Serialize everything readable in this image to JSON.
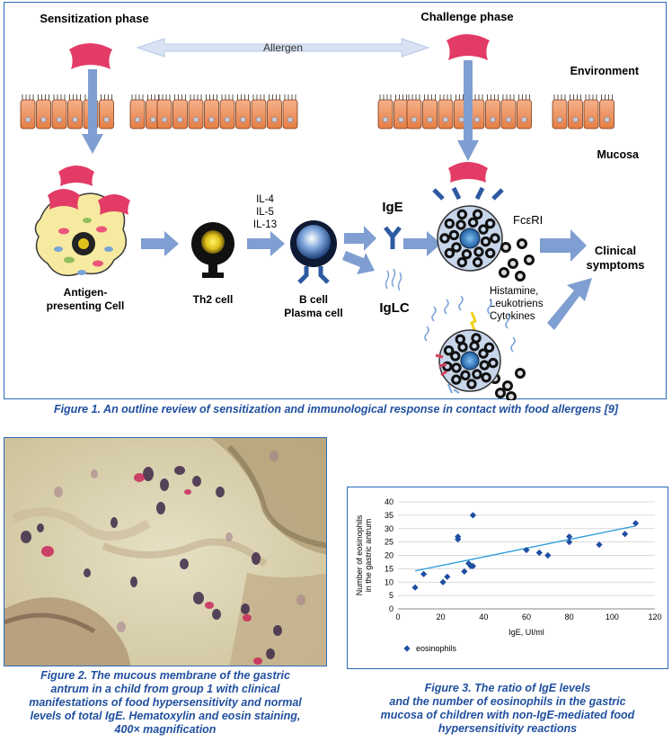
{
  "figure1": {
    "sensitization_label": "Sensitization phase",
    "challenge_label": "Challenge phase",
    "allergen_label": "Allergen",
    "environment_label": "Environment",
    "mucosa_label": "Mucosa",
    "apc_label_line1": "Antigen-",
    "apc_label_line2": "presenting Cell",
    "th2_label": "Th2 cell",
    "il4": "IL-4",
    "il5": "IL-5",
    "il13": "IL-13",
    "bcell_line1": "B cell",
    "bcell_line2": "Plasma cell",
    "ige_label": "IgE",
    "iglc_label": "IgLC",
    "fceri_label": "FcεRI",
    "mediators_line1": "Histamine,",
    "mediators_line2": "Leukotriens",
    "mediators_line3": "Cytokines",
    "clinical_line1": "Clinical",
    "clinical_line2": "symptoms",
    "caption": "Figure 1. An outline review of sensitization and immunological response in contact with food allergens [9]"
  },
  "figure2": {
    "caption_lines": [
      "Figure 2. The mucous membrane of the gastric",
      "antrum in a child from group 1 with clinical",
      "manifestations of food hypersensitivity and normal",
      "levels of total IgE. Hematoxylin and eosin staining,",
      "400× magnification"
    ]
  },
  "figure3": {
    "caption_lines": [
      "Figure 3. The ratio of IgE levels",
      "and the number of eosinophils in the gastric",
      "mucosa of children with non-IgE-mediated food",
      "hypersensitivity reactions"
    ]
  },
  "chart_data": {
    "type": "scatter",
    "xlabel": "IgE, UI/ml",
    "ylabel_line1": "Number of eosinophils",
    "ylabel_line2": "in the gastric antrum",
    "xlim": [
      0,
      120
    ],
    "ylim": [
      0,
      40
    ],
    "xticks": [
      0,
      20,
      40,
      60,
      80,
      100,
      120
    ],
    "yticks": [
      0,
      5,
      10,
      15,
      20,
      25,
      30,
      35,
      40
    ],
    "series": [
      {
        "name": "eosinophils",
        "color": "#1f4fa0",
        "points": [
          [
            8,
            8
          ],
          [
            12,
            13
          ],
          [
            21,
            10
          ],
          [
            23,
            12
          ],
          [
            28,
            27
          ],
          [
            28,
            26
          ],
          [
            31,
            14
          ],
          [
            33,
            17
          ],
          [
            34,
            16
          ],
          [
            35,
            35
          ],
          [
            35,
            16
          ],
          [
            60,
            22
          ],
          [
            66,
            21
          ],
          [
            70,
            20
          ],
          [
            80,
            25
          ],
          [
            80,
            27
          ],
          [
            94,
            24
          ],
          [
            106,
            28
          ],
          [
            111,
            32
          ]
        ]
      }
    ],
    "trendline": {
      "color": "#2a9ad8",
      "x": [
        8,
        111
      ],
      "y": [
        14.2,
        31.0
      ]
    },
    "legend_position": "bottom-left",
    "grid": true
  }
}
